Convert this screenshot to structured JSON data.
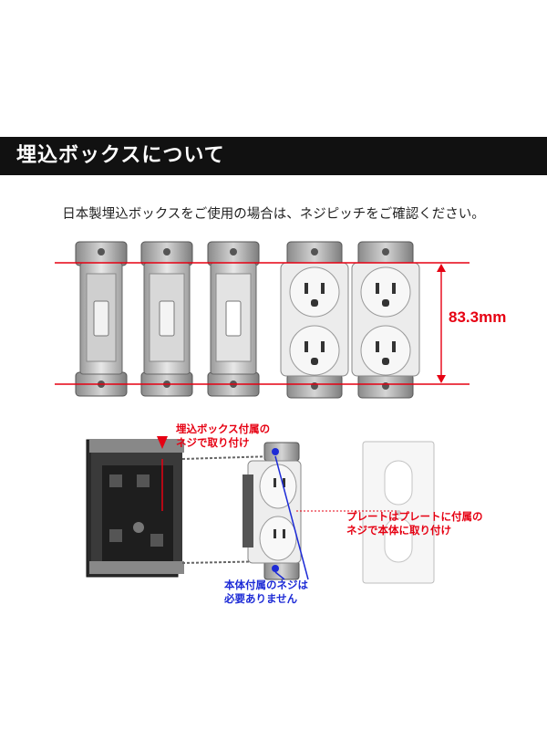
{
  "header": {
    "title": "埋込ボックスについて"
  },
  "intro": {
    "text": "日本製埋込ボックスをご使用の場合は、ネジピッチをご確認ください。"
  },
  "dimension": {
    "label": "83.3mm"
  },
  "annotations": {
    "box_screw_line1": "埋込ボックス付属の",
    "box_screw_line2": "ネジで取り付け",
    "plate_line1": "プレートはプレートに付属の",
    "plate_line2": "ネジで本体に取り付け",
    "body_screw_line1": "本体付属のネジは",
    "body_screw_line2": "必要ありません"
  },
  "colors": {
    "accent_red": "#e60012",
    "accent_blue": "#1d2bd6",
    "header_bg": "#111111"
  }
}
